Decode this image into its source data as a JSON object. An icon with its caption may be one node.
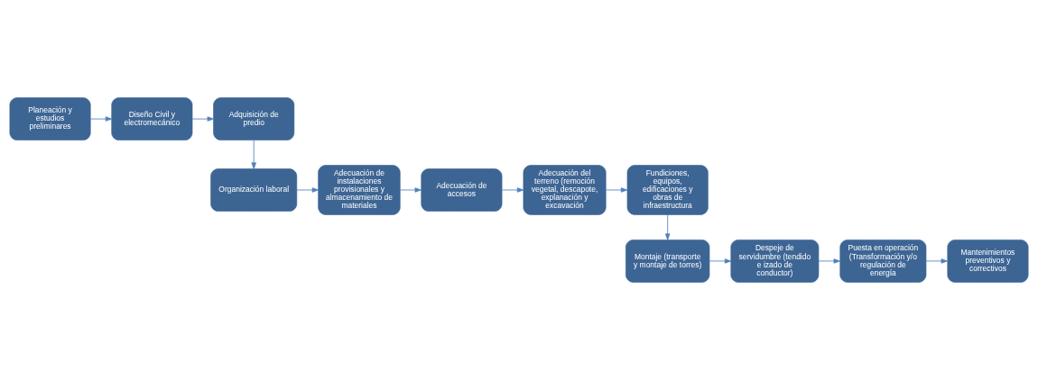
{
  "diagram": {
    "nodes": [
      {
        "text": [
          "Planeación y estudios preliminares"
        ]
      },
      {
        "text": [
          "Diseño Civil y electromecánico"
        ]
      },
      {
        "text": [
          "Adquisición de predio"
        ]
      },
      {
        "text": [
          "Organización laboral"
        ]
      },
      {
        "text": [
          "Adecuación de instalaciones provisionales y almacenamiento de materiales"
        ]
      },
      {
        "text": [
          "Adecuación de accesos"
        ]
      },
      {
        "text": [
          "Adecuación del terreno (remoción vegetal, descapote, explanación y excavación"
        ]
      },
      {
        "text": [
          "Fundiciones, equipos, edificaciones y obras de infraestructura"
        ]
      },
      {
        "text": [
          "Montaje (transporte y montaje de torres)"
        ]
      },
      {
        "text": [
          "Despeje de servidumbre (tendido e izado de conductor)"
        ]
      },
      {
        "text": [
          "Puesta en operación (Transformación y/o regulación de energía"
        ]
      },
      {
        "text": [
          "Mantenimientos preventivos y correctivos"
        ]
      }
    ],
    "edges": [
      {
        "from": 0,
        "to": 1,
        "arrow": "to"
      },
      {
        "from": 1,
        "to": 2,
        "arrow": "to"
      },
      {
        "from": 2,
        "to": 3,
        "arrow": "to"
      },
      {
        "from": 3,
        "to": 4,
        "arrow": "to"
      },
      {
        "from": 4,
        "to": 5,
        "arrow": "to"
      },
      {
        "from": 5,
        "to": 6,
        "arrow": "to"
      },
      {
        "from": 6,
        "to": 7,
        "arrow": "to"
      },
      {
        "from": 7,
        "to": 8,
        "arrow": "to"
      },
      {
        "from": 8,
        "to": 9,
        "arrow": "to"
      },
      {
        "from": 9,
        "to": 10,
        "arrow": "to"
      },
      {
        "from": 10,
        "to": 11,
        "arrow": "to"
      }
    ]
  }
}
